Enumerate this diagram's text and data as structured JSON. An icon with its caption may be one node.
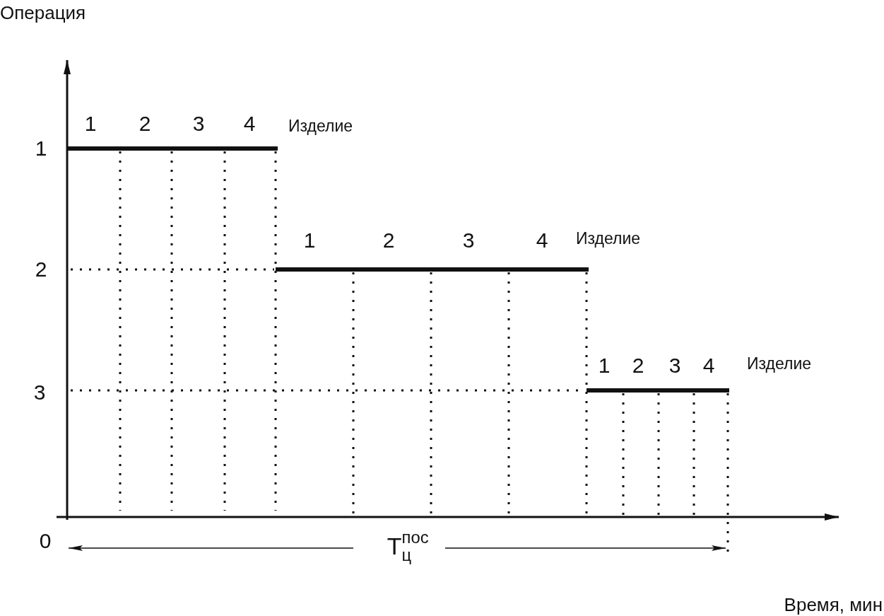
{
  "diagram": {
    "labels": [
      "Операция",
      "1",
      "2",
      "3",
      "4",
      "Изделие",
      "1",
      "1",
      "2",
      "3",
      "4",
      "Изделие",
      "2",
      "1",
      "2",
      "3",
      "4",
      "Изделие",
      "3",
      "0",
      "T$^{пос}$$_{ц}$",
      "Время, мин"
    ]
  }
}
